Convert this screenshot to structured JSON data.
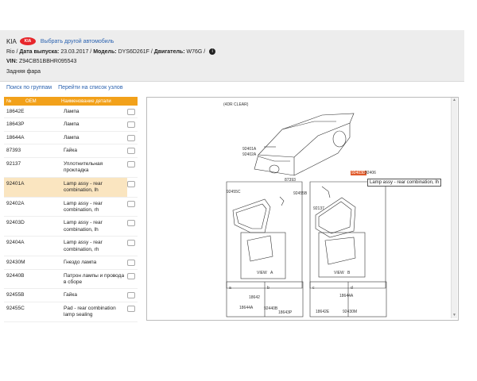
{
  "header": {
    "brand": "KIA",
    "logo_text": "KIA",
    "change_car_link": "Выбрать другой автомобиль",
    "model_prefix": "Rio",
    "release_label": "Дата выпуска:",
    "release_value": "23.03.2017",
    "model_label": "Модель:",
    "model_value": "DYS6D261F",
    "engine_label": "Двигатель:",
    "engine_value": "W76G",
    "vin_label": "VIN:",
    "vin_value": "Z94CB51BBHR095543",
    "section_title": "Задняя фара"
  },
  "nav": {
    "search_groups": "Поиск по группам",
    "node_list": "Перейти на список узлов"
  },
  "parts_table": {
    "headers": [
      "№",
      "OEM",
      "Наименование детали"
    ],
    "rows": [
      {
        "num": "18642E",
        "name": "Лампа"
      },
      {
        "num": "18643P",
        "name": "Лампа"
      },
      {
        "num": "18644A",
        "name": "Лампа"
      },
      {
        "num": "87393",
        "name": "Гайка"
      },
      {
        "num": "92137",
        "name": "Уплотнительная прокладка"
      },
      {
        "num": "92401A",
        "name": "Lamp assy - rear combination, lh",
        "selected": true
      },
      {
        "num": "92402A",
        "name": "Lamp assy - rear combination, rh"
      },
      {
        "num": "92403D",
        "name": "Lamp assy - rear combination, lh"
      },
      {
        "num": "92404A",
        "name": "Lamp assy - rear combination, rh"
      },
      {
        "num": "92430M",
        "name": "Гнездо лампа"
      },
      {
        "num": "92440B",
        "name": "Патрон лампы и провода в сборе"
      },
      {
        "num": "92455B",
        "name": "Гайка"
      },
      {
        "num": "92455C",
        "name": "Pad - rear combination lamp sealing"
      }
    ]
  },
  "diagram": {
    "caption": "(4DR CLEAR)",
    "tooltip": "Lamp assy - rear combination, lh",
    "labels": {
      "l92401A": "92401A",
      "l92402A": "92402A",
      "l92455C": "92455C",
      "l87393": "87393",
      "l92455B": "92455B",
      "l92137": "92137",
      "l92406": "92406",
      "l92403D": "92403D",
      "view_left": "VIEW",
      "view_right": "VIEW",
      "view_a": "A",
      "view_b": "B",
      "ca": "a",
      "cb": "b",
      "cc": "c",
      "cd": "d",
      "l18642": "18642",
      "l18644A": "18644A",
      "l92440B": "92440B",
      "l18643P": "18643P",
      "l18644A2": "18644A",
      "l18642E": "18642E",
      "l92430M": "92430M"
    }
  },
  "colors": {
    "accent": "#f2a11a",
    "selected_row": "#fae5c0",
    "link": "#2a62b0",
    "brand": "#e7262b",
    "highlight": "#e05a2a"
  },
  "icons": {
    "info": "info-icon",
    "view": "eye-icon"
  }
}
